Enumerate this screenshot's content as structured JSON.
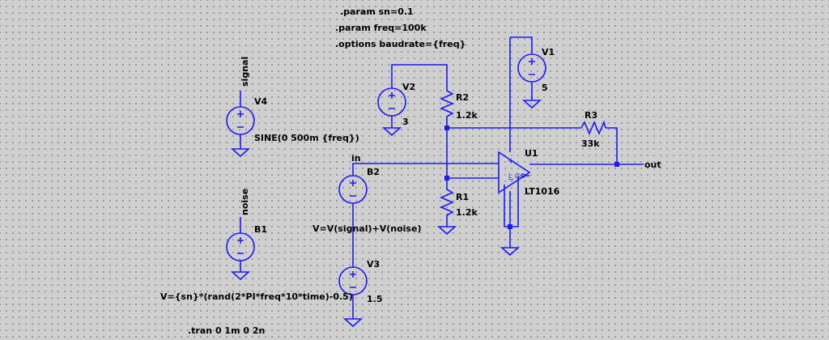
{
  "directives": {
    "param_sn": ".param sn=0.1",
    "param_freq": ".param freq=100k",
    "options": ".options baudrate={freq}",
    "tran": ".tran 0 1m 0 2n"
  },
  "components": {
    "V1": {
      "name": "V1",
      "value": "5"
    },
    "V2": {
      "name": "V2",
      "value": "3"
    },
    "V3": {
      "name": "V3",
      "value": "1.5"
    },
    "V4": {
      "name": "V4",
      "value": "SINE(0 500m {freq})"
    },
    "B1": {
      "name": "B1",
      "value": "V={sn}*(rand(2*PI*freq*10*time)-0.5)"
    },
    "B2": {
      "name": "B2",
      "value": "V=V(signal)+V(noise)"
    },
    "R1": {
      "name": "R1",
      "value": "1.2k"
    },
    "R2": {
      "name": "R2",
      "value": "1.2k"
    },
    "R3": {
      "name": "R3",
      "value": "33k"
    },
    "U1": {
      "name": "U1",
      "value": "LT1016"
    }
  },
  "nets": {
    "signal": "signal",
    "noise": "noise",
    "in": "in",
    "out": "out"
  },
  "symbols": {
    "plus": "+",
    "minus": "−",
    "latch": "L",
    "gnd": "G"
  }
}
